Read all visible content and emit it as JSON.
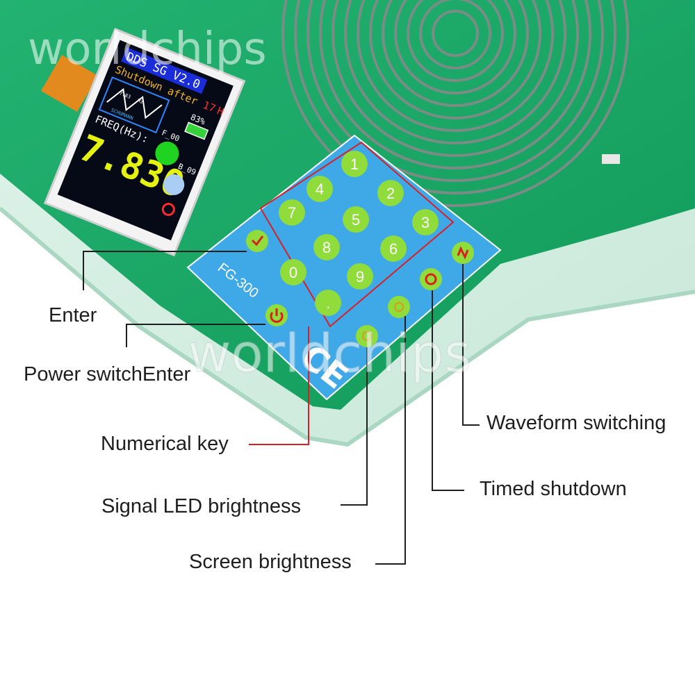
{
  "watermark": "worldchips",
  "device": {
    "model_label": "FG-300",
    "screen": {
      "title": "DDS SG V2.0",
      "shutdown_line": "Shutdown after",
      "shutdown_value": "17",
      "shutdown_unit": "H",
      "battery": "83%",
      "freq_label": "FREQ(Hz):",
      "freq_value": "7.830",
      "wave_info": [
        "7.83",
        "Hz",
        "SCHUMANN"
      ],
      "f_label": "F_00",
      "b_label": "B_09"
    },
    "keys": [
      "1",
      "2",
      "3",
      "4",
      "5",
      "6",
      "7",
      "8",
      "9",
      "0",
      "."
    ]
  },
  "callouts": {
    "enter": "Enter",
    "power": "Power switchEnter",
    "numerical": "Numerical key",
    "signal_led": "Signal LED brightness",
    "screen_brightness": "Screen brightness",
    "waveform": "Waveform switching",
    "timed": "Timed shutdown"
  },
  "colors": {
    "pcb": "#19a866",
    "keypad": "#3fa9e8",
    "key_green": "#8fdc3a",
    "key_red": "#d81e1e",
    "leader_red": "#d81f26"
  }
}
